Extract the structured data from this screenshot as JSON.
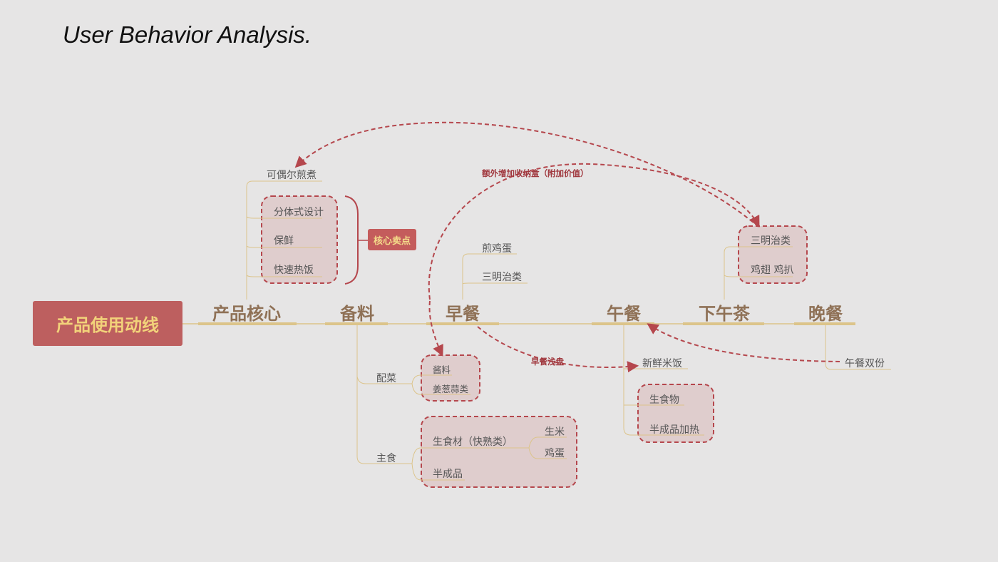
{
  "title": "User Behavior Analysis.",
  "root": "产品使用动线",
  "categories": {
    "core": "产品核心",
    "prep": "备料",
    "breakfast": "早餐",
    "lunch": "午餐",
    "tea": "下午茶",
    "dinner": "晚餐"
  },
  "core": {
    "occasional": "可偶尔煎煮",
    "split": "分体式设计",
    "fresh": "保鲜",
    "heat": "快速热饭",
    "badge": "核心卖点"
  },
  "prep": {
    "side": "配菜",
    "sauce": "酱料",
    "ginger": "姜葱蒜类",
    "staple": "主食",
    "raw": "生食材（快熟类）",
    "rice": "生米",
    "egg": "鸡蛋",
    "semi": "半成品"
  },
  "breakfast": {
    "fried_egg": "煎鸡蛋",
    "sandwich": "三明治类"
  },
  "lunch": {
    "rice": "新鲜米饭",
    "raw": "生食物",
    "semi": "半成品加热"
  },
  "tea": {
    "sandwich": "三明治类",
    "wings": "鸡翅 鸡扒"
  },
  "dinner": {
    "double": "午餐双份"
  },
  "notes": {
    "storage": "额外增加收纳盒（附加价值）",
    "tray": "早餐浅盘"
  },
  "colors": {
    "accent": "#b5474d",
    "root_bg": "#bd5f5f",
    "category": "#8f7156",
    "axis": "#dcc48a"
  }
}
